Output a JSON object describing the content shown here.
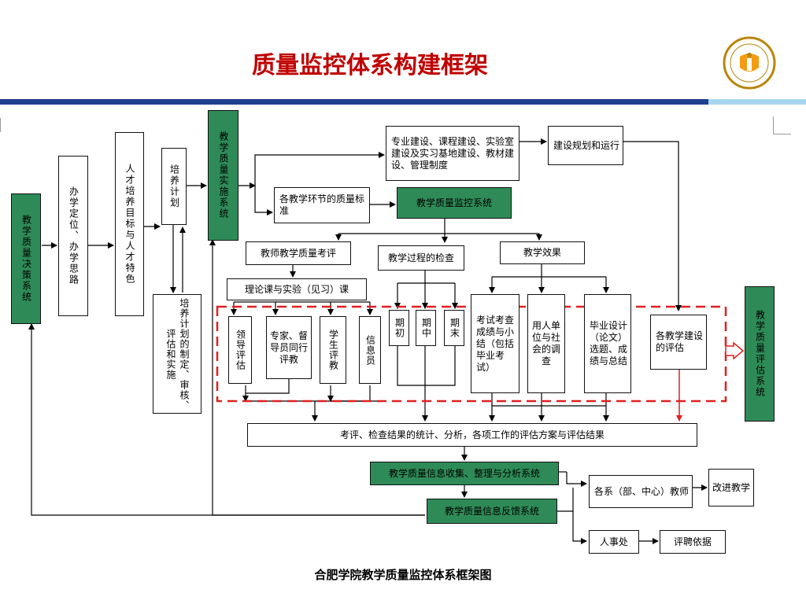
{
  "title": "质量监控体系构建框架",
  "caption": "合肥学院教学质量监控体系框架图",
  "logo": {
    "name": "合肥学院 logo",
    "colors": {
      "ring": "#b8860b",
      "accent": "#f39c12"
    }
  },
  "colors": {
    "green_box": "#2e8b57",
    "dashed_border": "#e02020",
    "title": "#c00000",
    "band_dark": "#1f3f8f",
    "band_light": "#a9d6ee"
  },
  "nodes": {
    "decision": "教学质量决策系统",
    "position": "办学定位、办学思路",
    "talent": "人才培养目标与人才特色",
    "plan": "培养计划",
    "plan_check": "培养计划的制定、审核、评估和实施",
    "implement": "教学质量实施系统",
    "construction": "专业建设、课程建设、实验室建设及实习基地建设、教材建设、管理制度",
    "planning": "建设规划和运行",
    "standards": "各教学环节的质量标准",
    "monitor": "教学质量监控系统",
    "teacher_eval": "教师教学质量考评",
    "process_check": "教学过程的检查",
    "effect": "教学效果",
    "theory": "理论课与实验（见习）课",
    "leader": "领导评估",
    "experts": "专家、督导员同行评教",
    "students": "学生评教",
    "info": "信息员",
    "early": "期初",
    "mid": "期中",
    "final": "期末",
    "exam": "考试考查成绩与小结（包括毕业考试）",
    "employer": "用人单位与社会的调查",
    "thesis": "毕业设计（论文）选题、成绩与总结",
    "dept_eval": "各教学建设的评估",
    "assess": "教学质量评估系统",
    "results": "考评、检查结果的统计、分析，各项工作的评估方案与评估结果",
    "collect": "教学质量信息收集、整理与分析系统",
    "feedback": "教学质量信息反馈系统",
    "departments": "各系（部、中心）教师",
    "improve": "改进教学",
    "hr": "人事处",
    "hire": "评聘依据"
  }
}
